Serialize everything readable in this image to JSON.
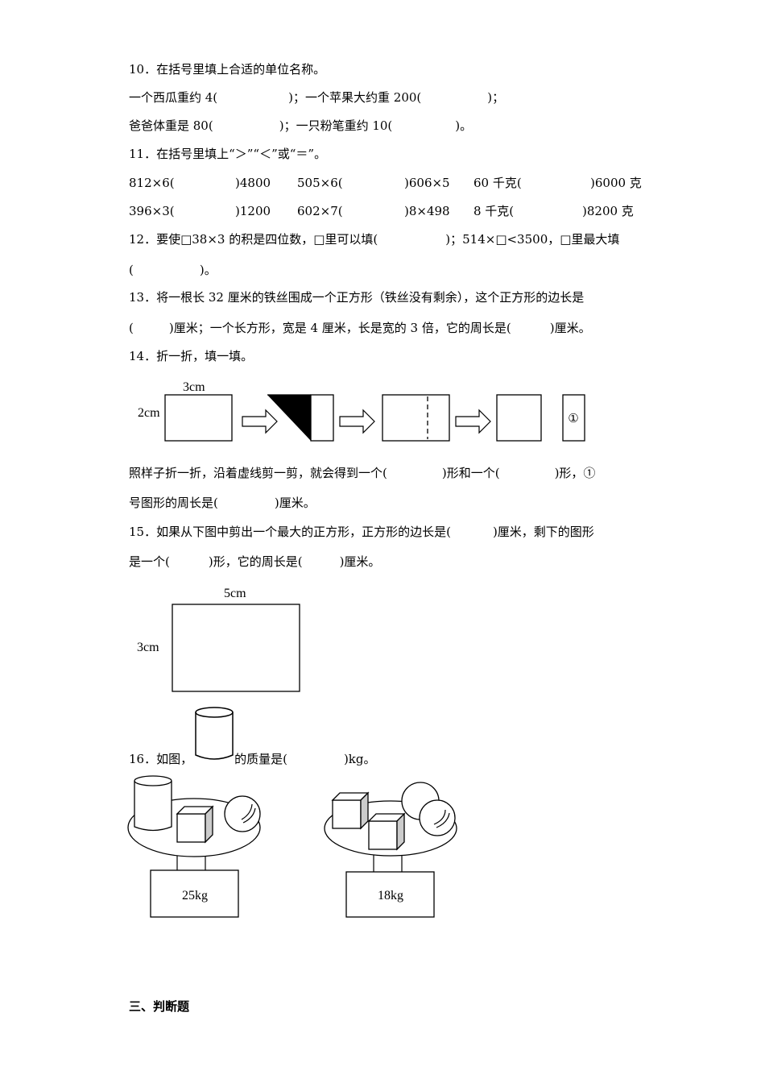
{
  "q10": {
    "title": "10．在括号里填上合适的单位名称。",
    "line1": {
      "a_prefix": "一个西瓜重约 4(",
      "a_suffix": ")；一个苹果大约重 200(",
      "b_suffix": ")；"
    },
    "line2": {
      "a_prefix": "爸爸体重是 80(",
      "a_suffix": ")；一只粉笔重约 10(",
      "b_suffix": ")。"
    }
  },
  "q11": {
    "title": "11．在括号里填上“＞”“＜”或“＝”。",
    "rows": [
      [
        {
          "left": "812×6(",
          "right": ")4800"
        },
        {
          "left": "505×6(",
          "right": ")606×5"
        },
        {
          "left": "60 千克(",
          "right": ")6000 克"
        }
      ],
      [
        {
          "left": "396×3(",
          "right": ")1200"
        },
        {
          "left": "602×7(",
          "right": ")8×498"
        },
        {
          "left": "8 千克(",
          "right": ")8200 克"
        }
      ]
    ]
  },
  "q12": {
    "line1_a": "12．要使□38×3 的积是四位数，□里可以填(",
    "line1_b": ")；514×□<3500，□里最大填",
    "line2_a": "(",
    "line2_b": ")。"
  },
  "q13": {
    "line1": "13．将一根长 32 厘米的铁丝围成一个正方形（铁丝没有剩余），这个正方形的边长是",
    "line2_a": "(",
    "line2_b": ")厘米；一个长方形，宽是 4 厘米，长是宽的 3 倍，它的周长是(",
    "line2_c": ")厘米。"
  },
  "q14": {
    "title": "14．折一折，填一填。",
    "figure": {
      "width_label": "3cm",
      "height_label": "2cm",
      "piece_label": "①"
    },
    "line1_a": "照样子折一折，沿着虚线剪一剪，就会得到一个(",
    "line1_b": ")形和一个(",
    "line1_c": ")形，①",
    "line2_a": "号图形的周长是(",
    "line2_b": ")厘米。"
  },
  "q15": {
    "line1_a": "15．如果从下图中剪出一个最大的正方形，正方形的边长是(",
    "line1_b": ")厘米，剩下的图形",
    "line2_a": "是一个(",
    "line2_b": ")形，它的周长是(",
    "line2_c": ")厘米。",
    "figure": {
      "width_label": "5cm",
      "height_label": "3cm"
    }
  },
  "q16": {
    "prefix": "16．如图，",
    "suffix_a": "的质量是(",
    "suffix_b": ")kg。",
    "scales": [
      {
        "reading": "25kg",
        "items": [
          "cylinder",
          "cube",
          "ball"
        ]
      },
      {
        "reading": "18kg",
        "items": [
          "cube",
          "cube",
          "ball",
          "ball"
        ]
      }
    ]
  },
  "section3": {
    "title": "三、判断题"
  }
}
